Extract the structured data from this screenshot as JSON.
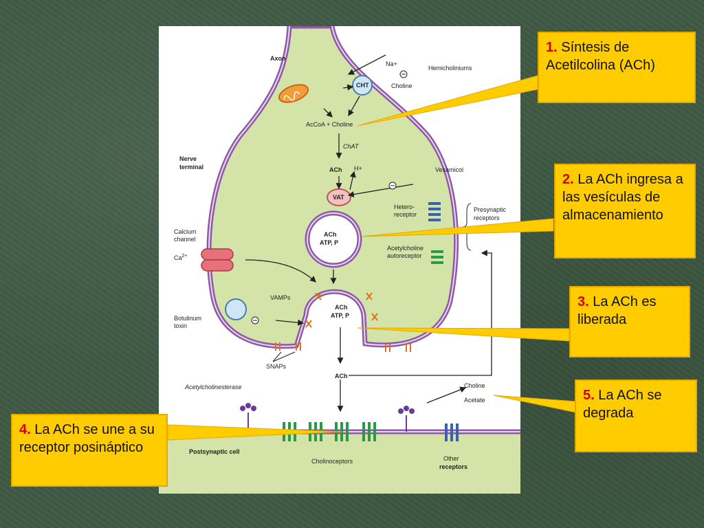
{
  "diagram": {
    "labels": {
      "axon": "Axon",
      "na": "Na+",
      "hemicholiniums": "Hemicholiniums",
      "cht": "CHT",
      "choline_top": "Choline",
      "accoa_choline": "AcCoA + Choline",
      "chat": "ChAT",
      "nerve_terminal_1": "Nerve",
      "nerve_terminal_2": "terminal",
      "ach_1": "ACh",
      "h_plus": "H+",
      "vesamicol": "Vesamicol",
      "vat": "VAT",
      "hetero_1": "Hetero-",
      "hetero_2": "receptor",
      "presynaptic_1": "Presynaptic",
      "presynaptic_2": "receptors",
      "ach_vesicle_1": "ACh",
      "ach_vesicle_2": "ATP, P",
      "acetylcholine_auto_1": "Acetylcholine",
      "acetylcholine_auto_2": "autoreceptor",
      "calcium_1": "Calcium",
      "calcium_2": "channel",
      "ca": "Ca",
      "ca_sup": "2+",
      "vamps": "VAMPs",
      "ach_release_1": "ACh",
      "ach_release_2": "ATP, P",
      "botulinum_1": "Botulinum",
      "botulinum_2": "toxin",
      "snaps": "SNAPs",
      "ach_cleft": "ACh",
      "acetylcholinesterase": "Acetylcholinesterase",
      "choline_bottom": "Choline",
      "acetate": "Acetate",
      "postsynaptic": "Postsynaptic cell",
      "cholinoceptors": "Cholinoceptors",
      "other_1": "Other",
      "other_2": "receptors"
    }
  },
  "callouts": [
    {
      "num": "1.",
      "text": "Síntesis de Acetilcolina (ACh)"
    },
    {
      "num": "2.",
      "text": "La ACh ingresa a las vesículas de almacenamiento"
    },
    {
      "num": "3.",
      "text": "La ACh es liberada"
    },
    {
      "num": "4.",
      "text": "La ACh se une a su receptor posináptico"
    },
    {
      "num": "5.",
      "text": "La ACh se degrada"
    }
  ],
  "colors": {
    "callout_fill": "#ffcc00",
    "callout_number": "#d40000",
    "cytoplasm": "#d4e3a8",
    "membrane": "#8e5aa8",
    "background": "#3f5a44"
  }
}
